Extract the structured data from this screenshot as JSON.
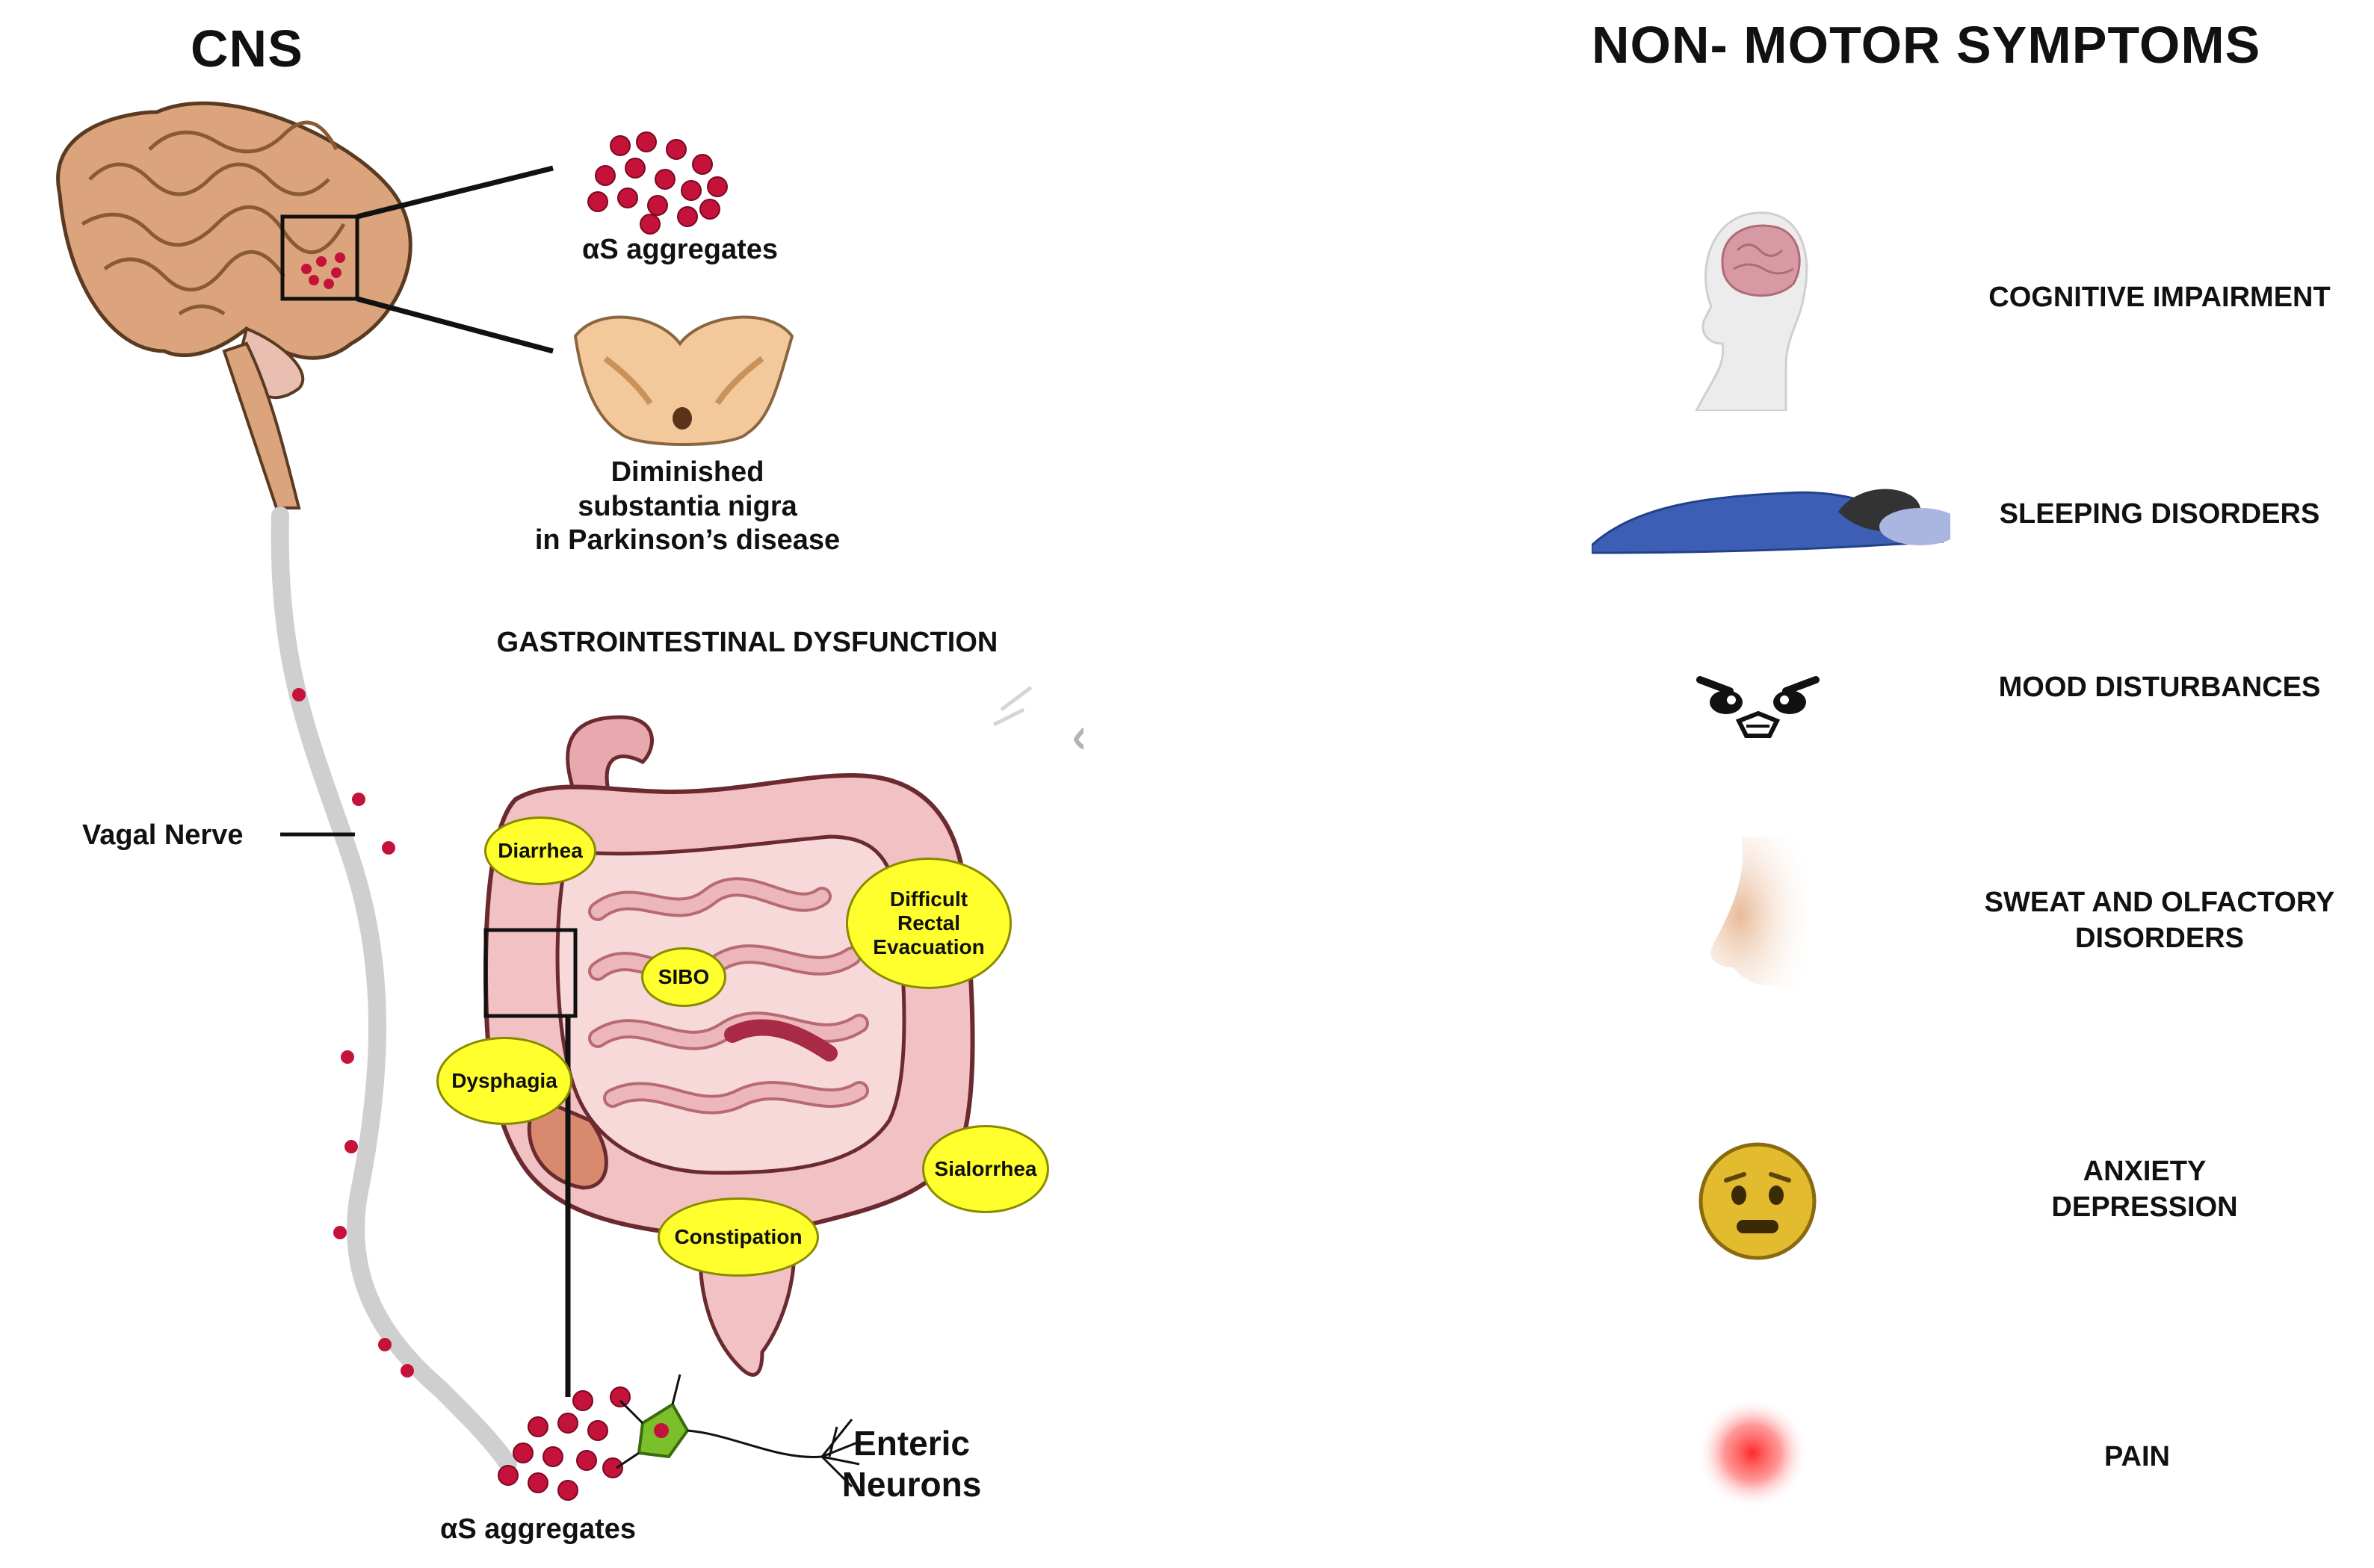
{
  "headings": {
    "cns": "CNS",
    "non_motor": "NON- MOTOR SYMPTOMS",
    "gi": "GASTROINTESTINAL DYSFUNCTION"
  },
  "labels": {
    "as_top": "αS aggregates",
    "substantia_nigra": "Diminished\nsubstantia nigra\nin Parkinson’s disease",
    "vagal_nerve": "Vagal Nerve",
    "as_bottom": "αS aggregates",
    "enteric_neurons": "Enteric\nNeurons"
  },
  "gi_symptoms": {
    "diarrhea": "Diarrhea",
    "difficult_rectal": "Difficult\nRectal\nEvacuation",
    "sibo": "SIBO",
    "dysphagia": "Dysphagia",
    "sialorrhea": "Sialorrhea",
    "constipation": "Constipation"
  },
  "non_motor_symptoms": [
    {
      "label": "COGNITIVE IMPAIRMENT",
      "icon": "head-brain-icon"
    },
    {
      "label": "SLEEPING DISORDERS",
      "icon": "sleeping-person-icon"
    },
    {
      "label": "MOOD DISTURBANCES",
      "icon": "angry-face-icon"
    },
    {
      "label": "SWEAT AND OLFACTORY\nDISORDERS",
      "icon": "nose-icon"
    },
    {
      "label": "ANXIETY\nDEPRESSION",
      "icon": "anxious-emoji-icon"
    },
    {
      "label": "PAIN",
      "icon": "pain-glow-icon"
    }
  ],
  "colors": {
    "aggregate": "#c4123a",
    "tag_fill": "#ffff2e",
    "brain": "#dca47c",
    "intestine": "#f2c1c3",
    "figure": "#b3b3b3",
    "emoji": "#e3bb2e"
  }
}
